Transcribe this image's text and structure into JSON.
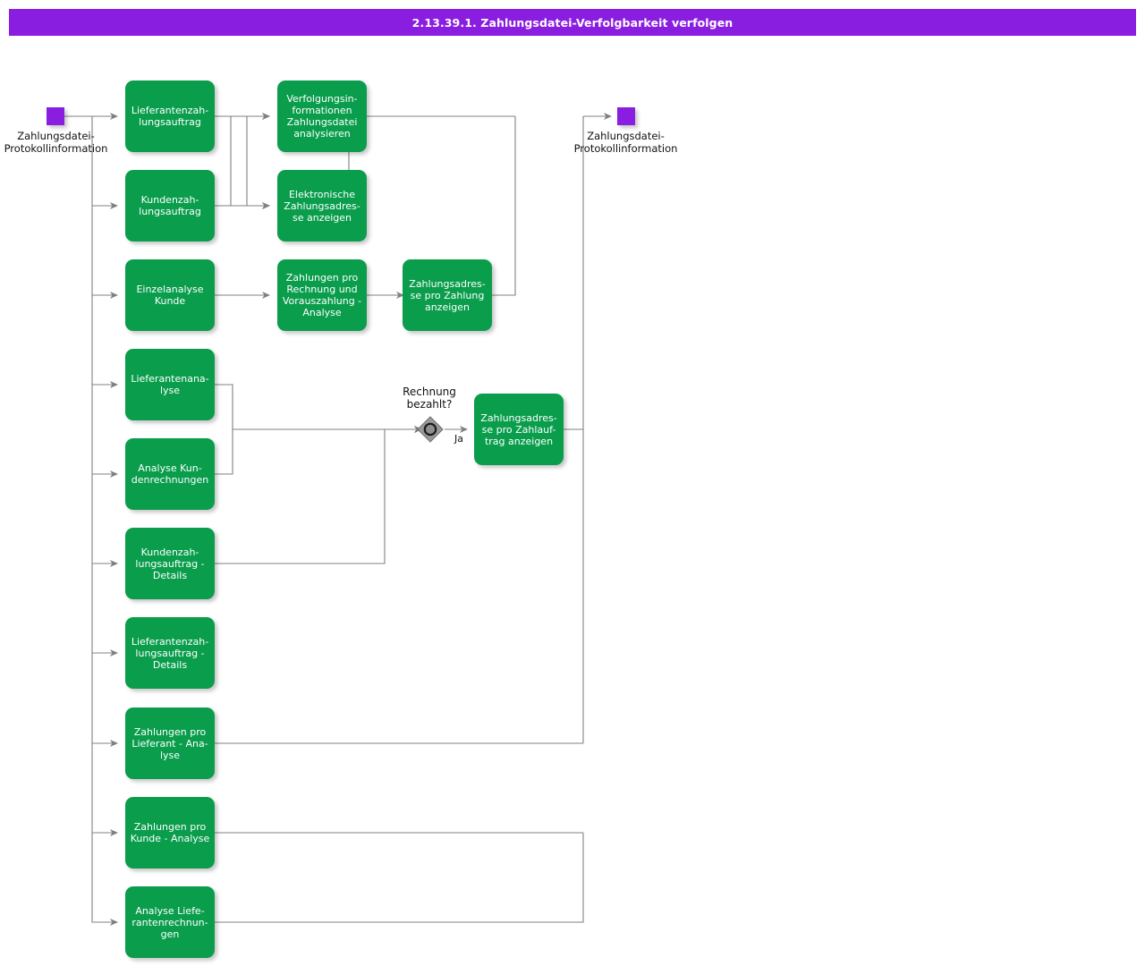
{
  "title": "2.13.39.1. Zahlungsdatei-Verfolgbarkeit verfolgen",
  "colors": {
    "titlebar": "#8a1ee0",
    "title_text": "#ffffff",
    "task_fill": "#0a9d4c",
    "task_text": "#ffffff",
    "endpoint_fill": "#8a1ee0",
    "connector": "#808080",
    "gate_fill": "#808080",
    "page_bg": "#ffffff"
  },
  "start_node": {
    "name": "start-event",
    "label": "Zahlungsdatei-\nProtokollinformation"
  },
  "end_node": {
    "name": "end-event",
    "label": "Zahlungsdatei-\nProtokollinformation"
  },
  "gateway": {
    "name": "decision-rechnung-bezahlt",
    "label": "Rechnung\nbezahlt?",
    "outgoing_label": "Ja"
  },
  "tasks": [
    {
      "id": "lieferantenzahlungsauftrag",
      "label": "Lieferantenzah-\nlungsauftrag"
    },
    {
      "id": "kundenzahlungsauftrag",
      "label": "Kundenzah-\nlungsauftrag"
    },
    {
      "id": "einzelanalyse-kunde",
      "label": "Einzelanalyse\nKunde"
    },
    {
      "id": "lieferantenanalyse",
      "label": "Lieferantenana-\nlyse"
    },
    {
      "id": "analyse-kundenrechnungen",
      "label": "Analyse Kun-\ndenrechnungen"
    },
    {
      "id": "kundenzahlungsauftrag-details",
      "label": "Kundenzah-\nlungsauftrag -\nDetails"
    },
    {
      "id": "lieferantenzahlungsauftrag-details",
      "label": "Lieferantenzah-\nlungsauftrag  -\nDetails"
    },
    {
      "id": "zahlungen-pro-lieferant-analyse",
      "label": "Zahlungen pro\nLieferant - Ana-\nlyse"
    },
    {
      "id": "zahlungen-pro-kunde-analyse",
      "label": "Zahlungen pro\nKunde - Analyse"
    },
    {
      "id": "analyse-lieferantenrechnungen",
      "label": "Analyse   Liefe-\nrantenrechnun-\ngen"
    },
    {
      "id": "verfolgungsinformationen-analysieren",
      "label": "Verfolgungsin-\nformationen\nZahlungsdatei\nanalysieren"
    },
    {
      "id": "elektronische-zahlungsadresse-anzeigen",
      "label": "Elektronische\nZahlungsadres-\nse anzeigen"
    },
    {
      "id": "zahlungen-pro-rechnung-vorauszahlung",
      "label": "Zahlungen pro\nRechnung und\nVorauszahlung -\nAnalyse"
    },
    {
      "id": "zahlungsadresse-pro-zahlung-anzeigen",
      "label": "Zahlungsadres-\nse pro Zahlung\nanzeigen"
    },
    {
      "id": "zahlungsadresse-pro-zahlauftrag-anzeigen",
      "label": "Zahlungsadres-\nse pro Zahlauf-\ntrag anzeigen"
    }
  ]
}
